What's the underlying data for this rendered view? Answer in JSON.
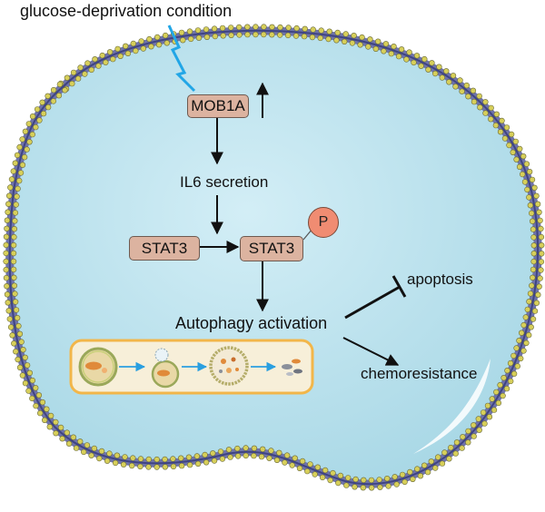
{
  "trigger_label": "glucose-deprivation condition",
  "nodes": {
    "mob1a": "MOB1A",
    "il6": "IL6 secretion",
    "stat3_left": "STAT3",
    "stat3_right": "STAT3",
    "phospho": "P",
    "autophagy": "Autophagy activation",
    "apoptosis": "apoptosis",
    "chemoresistance": "chemoresistance"
  },
  "colors": {
    "cell_fill": "#bfe3ee",
    "membrane_bead": "#d7cf5a",
    "membrane_line": "#5a5fa0",
    "box_fill": "#dcb3a0",
    "phospho_fill": "#f08c72",
    "lightning": "#22a6e6",
    "panel_border": "#f2b64a"
  }
}
